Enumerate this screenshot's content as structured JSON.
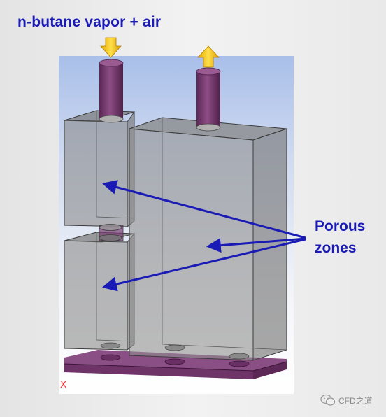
{
  "title": "n-butane vapor + air",
  "annotation": {
    "line1": "Porous",
    "line2": "zones"
  },
  "axis_label": "X",
  "watermark": "CFD之道",
  "icons": {
    "inlet": "arrow-down-icon",
    "outlet": "arrow-up-icon",
    "watermark": "wechat-icon"
  },
  "colors": {
    "label_text": "#1a1ab5",
    "annotation_arrows": "#1a1ab5",
    "flow_arrows": "#f5c400",
    "pipes": "#7a3d74",
    "base_plate": "#7a3d74",
    "body_fill": "#8a8a8a",
    "axis": "#ff2d2d"
  }
}
